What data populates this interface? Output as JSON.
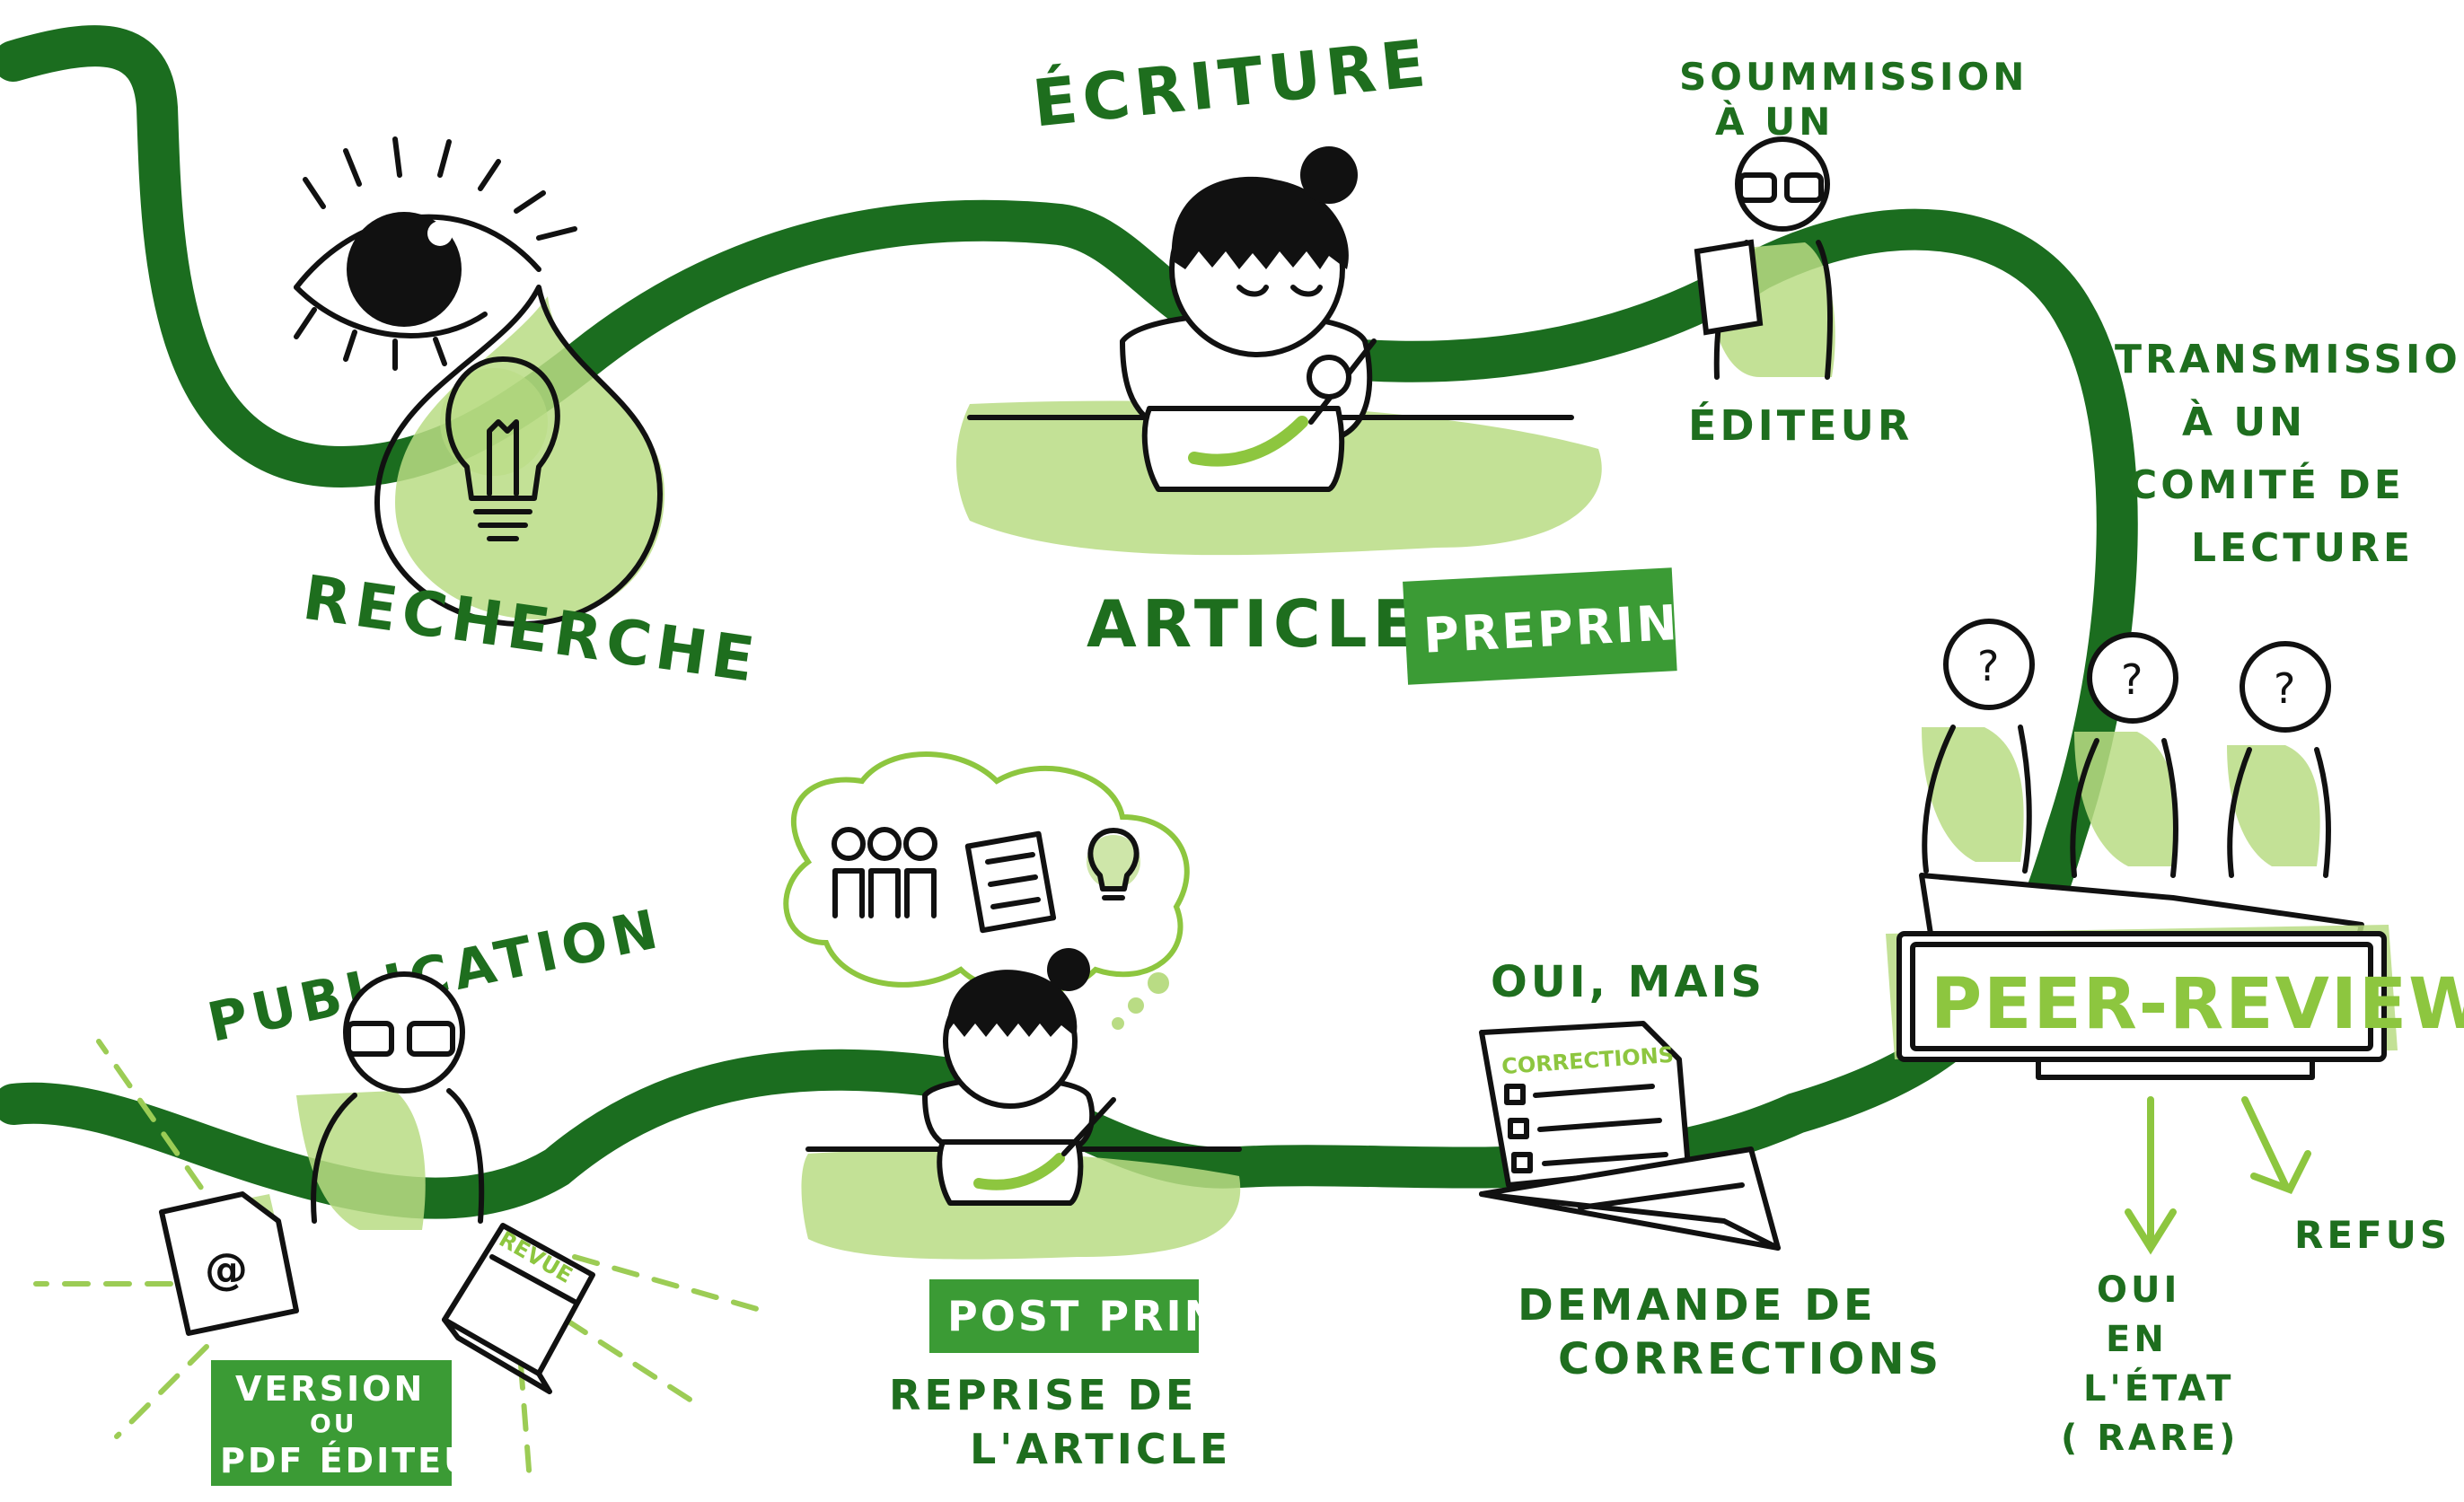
{
  "colors": {
    "road": "#1b6d1f",
    "label": "#1e6e1e",
    "accent_light": "#8dc63f",
    "wash": "#b9dc84",
    "tag_bg": "#3b9b35"
  },
  "stages": {
    "recherche": "RECHERCHE",
    "ecriture": "ÉCRITURE",
    "article": "ARTICLE",
    "preprint": "PREPRINT",
    "soumission_line1": "SOUMMISSION",
    "soumission_line2": "À UN",
    "editeur": "ÉDITEUR",
    "transmission_line1": "TRANSMISSION",
    "transmission_line2": "À UN",
    "transmission_line3": "COMITÉ DE",
    "transmission_line4": "LECTURE",
    "peer_review": "PEER-REVIEW",
    "refus": "REFUS",
    "oui_line1": "OUI",
    "oui_line2": "EN",
    "oui_line3": "L'ÉTAT",
    "oui_line4": "( RARE)",
    "oui_mais": "OUI, MAIS",
    "corrections_doc": "CORRECTIONS",
    "demande_line1": "DEMANDE DE",
    "demande_line2": "CORRECTIONS",
    "post_print": "POST PRINT",
    "reprise_line1": "REPRISE DE",
    "reprise_line2": "L'ARTICLE",
    "publication": "PUBLICATION",
    "version_line1": "VERSION",
    "version_line2": "OU",
    "version_line3": "PDF ÉDITEUR",
    "revue": "REVUE",
    "email_symbol": "@",
    "question_mark": "?"
  },
  "icons": [
    "eye-icon",
    "lightbulb-icon",
    "writer-girl-icon",
    "editor-person-icon",
    "reviewer-icon",
    "corrections-doc-icon",
    "paper-plane-icon",
    "thought-bubble-icon",
    "publisher-person-icon",
    "email-document-icon",
    "journal-icon"
  ]
}
